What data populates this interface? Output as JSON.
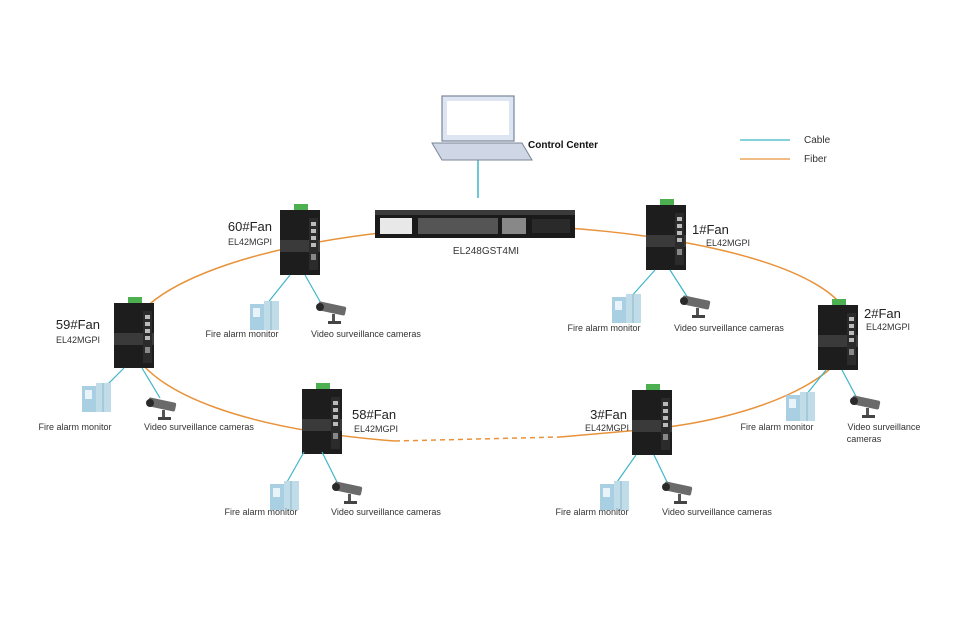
{
  "legend": {
    "cable_label": "Cable",
    "fiber_label": "Fiber",
    "cable_color": "#3fb6c8",
    "fiber_color": "#e8923a"
  },
  "control_center": {
    "label": "Control Center"
  },
  "core_switch": {
    "model": "EL248GST4MI"
  },
  "nodes": [
    {
      "id": "fan60",
      "name": "60#Fan",
      "model": "EL42MGPI",
      "fire_label": "Fire alarm monitor",
      "camera_label": "Video surveillance cameras"
    },
    {
      "id": "fan1",
      "name": "1#Fan",
      "model": "EL42MGPI",
      "fire_label": "Fire alarm monitor",
      "camera_label": "Video surveillance cameras"
    },
    {
      "id": "fan59",
      "name": "59#Fan",
      "model": "EL42MGPI",
      "fire_label": "Fire alarm monitor",
      "camera_label": "Video surveillance cameras"
    },
    {
      "id": "fan2",
      "name": "2#Fan",
      "model": "EL42MGPI",
      "fire_label": "Fire alarm monitor",
      "camera_label_1": "Video surveillance",
      "camera_label_2": "cameras"
    },
    {
      "id": "fan58",
      "name": "58#Fan",
      "model": "EL42MGPI",
      "fire_label": "Fire alarm monitor",
      "camera_label": "Video surveillance cameras"
    },
    {
      "id": "fan3",
      "name": "3#Fan",
      "model": "EL42MGPI",
      "fire_label": "Fire alarm monitor",
      "camera_label": "Video surveillance cameras"
    }
  ]
}
